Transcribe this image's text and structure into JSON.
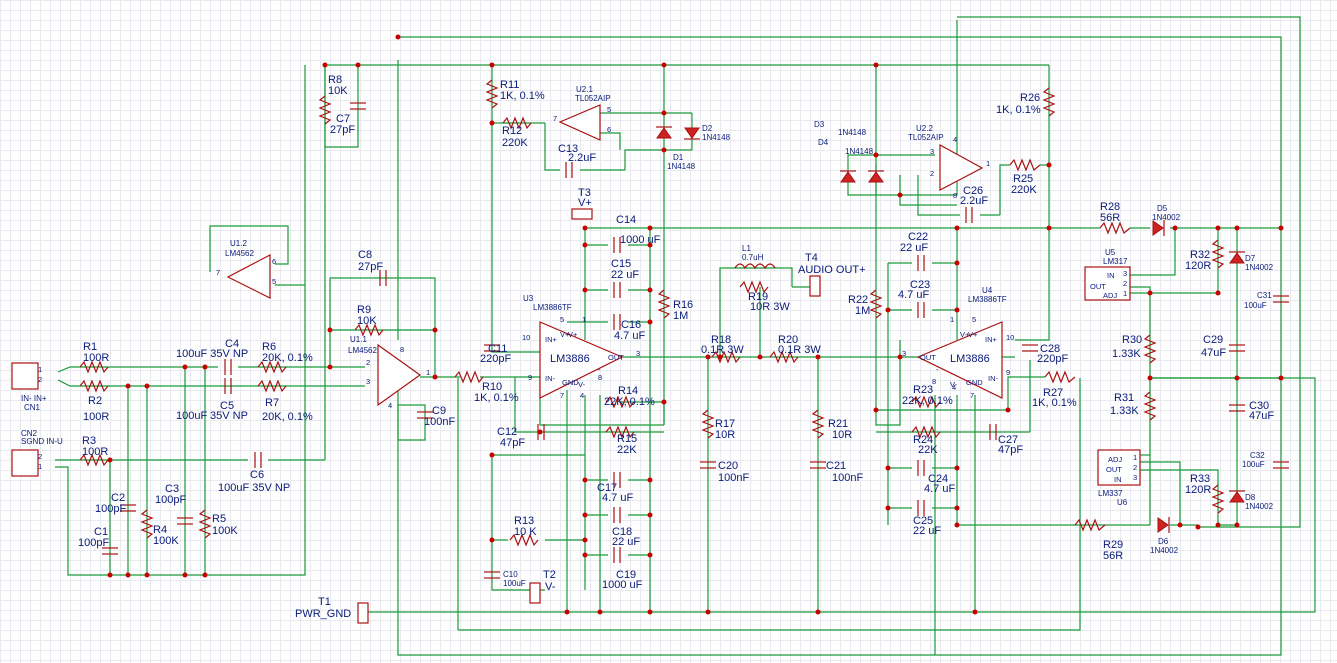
{
  "diagram": {
    "labels": [
      {
        "name": "r1-label",
        "text": "R1"
      },
      {
        "name": "r1-value",
        "text": "100R"
      },
      {
        "name": "r2-label",
        "text": "R2"
      },
      {
        "name": "r2-value",
        "text": "100R"
      },
      {
        "name": "r3-label",
        "text": "R3"
      },
      {
        "name": "r3-value",
        "text": "100R"
      },
      {
        "name": "c1-label",
        "text": "C1"
      },
      {
        "name": "c1-value",
        "text": "100pF"
      },
      {
        "name": "c2-label",
        "text": "C2"
      },
      {
        "name": "c2-value",
        "text": "100pF"
      },
      {
        "name": "c3-label",
        "text": "C3"
      },
      {
        "name": "c3-value",
        "text": "100pF"
      },
      {
        "name": "r4-label",
        "text": "R4"
      },
      {
        "name": "r4-value",
        "text": "100K"
      },
      {
        "name": "r5-label",
        "text": "R5"
      },
      {
        "name": "r5-value",
        "text": "100K"
      },
      {
        "name": "c4-value",
        "text": "100uF 35V NP"
      },
      {
        "name": "c4-label",
        "text": "C4"
      },
      {
        "name": "c5-value",
        "text": "100uF"
      },
      {
        "name": "c5-label",
        "text": "C5"
      },
      {
        "name": "c5-rating",
        "text": "35V NP"
      },
      {
        "name": "c6-label",
        "text": "C6"
      },
      {
        "name": "c6-value",
        "text": "100uF 35V NP"
      },
      {
        "name": "r6-label",
        "text": "R6"
      },
      {
        "name": "r6-value",
        "text": "20K, 0.1%"
      },
      {
        "name": "r7-label",
        "text": "R7"
      },
      {
        "name": "r7-value",
        "text": "20K, 0.1%"
      },
      {
        "name": "r8-label",
        "text": "R8"
      },
      {
        "name": "r8-value",
        "text": "10K"
      },
      {
        "name": "c7-label",
        "text": "C7"
      },
      {
        "name": "c7-value",
        "text": "27pF"
      },
      {
        "name": "c8-label",
        "text": "C8"
      },
      {
        "name": "c8-value",
        "text": "27pF"
      },
      {
        "name": "r9-label",
        "text": "R9"
      },
      {
        "name": "r9-value",
        "text": "10K"
      },
      {
        "name": "u11-label",
        "text": "U1.1"
      },
      {
        "name": "u11-part",
        "text": "LM4562"
      },
      {
        "name": "u12-label",
        "text": "U1.2"
      },
      {
        "name": "u12-part",
        "text": "LM4562"
      },
      {
        "name": "c9-label",
        "text": "C9"
      },
      {
        "name": "c9-value",
        "text": "100nF"
      },
      {
        "name": "r10-label",
        "text": "R10"
      },
      {
        "name": "r10-value",
        "text": "1K, 0.1%"
      },
      {
        "name": "r11-label",
        "text": "R11"
      },
      {
        "name": "r11-value",
        "text": "1K, 0.1%"
      },
      {
        "name": "r12-label",
        "text": "R12"
      },
      {
        "name": "r12-value",
        "text": "220K"
      },
      {
        "name": "u21-label",
        "text": "U2.1"
      },
      {
        "name": "u21-part",
        "text": "TL052AIP"
      },
      {
        "name": "c13-label",
        "text": "C13"
      },
      {
        "name": "c13-value",
        "text": "2.2uF"
      },
      {
        "name": "d1-label",
        "text": "D1"
      },
      {
        "name": "d1-part",
        "text": "1N4148"
      },
      {
        "name": "d2-label",
        "text": "D2"
      },
      {
        "name": "d2-part",
        "text": "1N4148"
      },
      {
        "name": "t3-label",
        "text": "T3"
      },
      {
        "name": "t3-net",
        "text": "V+"
      },
      {
        "name": "c14-label",
        "text": "C14"
      },
      {
        "name": "c14-value",
        "text": "1000 uF"
      },
      {
        "name": "c15-label",
        "text": "C15"
      },
      {
        "name": "c15-value",
        "text": "22 uF"
      },
      {
        "name": "c16-label",
        "text": "C16"
      },
      {
        "name": "c16-value",
        "text": "4.7 uF"
      },
      {
        "name": "r16-label",
        "text": "R16"
      },
      {
        "name": "r16-value",
        "text": "1M"
      },
      {
        "name": "c11-label",
        "text": "C11"
      },
      {
        "name": "c11-value",
        "text": "220pF"
      },
      {
        "name": "u3-label",
        "text": "U3"
      },
      {
        "name": "u3-part",
        "text": "LM3886TF"
      },
      {
        "name": "u3-name",
        "text": "LM3886"
      },
      {
        "name": "r14-label",
        "text": "R14"
      },
      {
        "name": "r14-value",
        "text": "22K, 0.1%"
      },
      {
        "name": "r15-label",
        "text": "R15"
      },
      {
        "name": "r15-value",
        "text": "22K"
      },
      {
        "name": "c12-label",
        "text": "C12"
      },
      {
        "name": "c12-value",
        "text": "47pF"
      },
      {
        "name": "c17-label",
        "text": "C17"
      },
      {
        "name": "c17-value",
        "text": "4.7 uF"
      },
      {
        "name": "c18-label",
        "text": "C18"
      },
      {
        "name": "c18-value",
        "text": "22 uF"
      },
      {
        "name": "c19-label",
        "text": "C19"
      },
      {
        "name": "c19-value",
        "text": "1000 uF"
      },
      {
        "name": "r13-label",
        "text": "R13"
      },
      {
        "name": "r13-value",
        "text": "10 K"
      },
      {
        "name": "c10-label",
        "text": "C10"
      },
      {
        "name": "c10-value",
        "text": "100uF"
      },
      {
        "name": "t2-label",
        "text": "T2"
      },
      {
        "name": "t2-net",
        "text": "V-"
      },
      {
        "name": "t1-label",
        "text": "T1"
      },
      {
        "name": "t1-net",
        "text": "PWR_GND"
      },
      {
        "name": "l1-label",
        "text": "L1"
      },
      {
        "name": "l1-value",
        "text": "0.7uH"
      },
      {
        "name": "t4-label",
        "text": "T4"
      },
      {
        "name": "t4-net",
        "text": "AUDIO OUT+"
      },
      {
        "name": "r19-label",
        "text": "R19"
      },
      {
        "name": "r19-value",
        "text": "10R 3W"
      },
      {
        "name": "r18-label",
        "text": "R18"
      },
      {
        "name": "r18-value",
        "text": "0.1R 3W"
      },
      {
        "name": "r20-label",
        "text": "R20"
      },
      {
        "name": "r20-value",
        "text": "0.1R 3W"
      },
      {
        "name": "r17-label",
        "text": "R17"
      },
      {
        "name": "r17-value",
        "text": "10R"
      },
      {
        "name": "c20-label",
        "text": "C20"
      },
      {
        "name": "c20-value",
        "text": "100nF"
      },
      {
        "name": "r21-label",
        "text": "R21"
      },
      {
        "name": "r21-value",
        "text": "10R"
      },
      {
        "name": "c21-label",
        "text": "C21"
      },
      {
        "name": "c21-value",
        "text": "100nF"
      },
      {
        "name": "r22-label",
        "text": "R22"
      },
      {
        "name": "r22-value",
        "text": "1M"
      },
      {
        "name": "c22-label",
        "text": "C22"
      },
      {
        "name": "c22-value",
        "text": "22 uF"
      },
      {
        "name": "c23-label",
        "text": "C23"
      },
      {
        "name": "c23-value",
        "text": "4.7 uF"
      },
      {
        "name": "u4-label",
        "text": "U4"
      },
      {
        "name": "u4-part",
        "text": "LM3886TF"
      },
      {
        "name": "u4-name",
        "text": "LM3886"
      },
      {
        "name": "c28-label",
        "text": "C28"
      },
      {
        "name": "c28-value",
        "text": "220pF"
      },
      {
        "name": "r23-label",
        "text": "R23"
      },
      {
        "name": "r23-value",
        "text": "22K, 0.1%"
      },
      {
        "name": "r24-label",
        "text": "R24"
      },
      {
        "name": "r24-value",
        "text": "22K"
      },
      {
        "name": "c27-label",
        "text": "C27"
      },
      {
        "name": "c27-value",
        "text": "47pF"
      },
      {
        "name": "r27-label",
        "text": "R27"
      },
      {
        "name": "r27-value",
        "text": "1K, 0.1%"
      },
      {
        "name": "c24-label",
        "text": "C24"
      },
      {
        "name": "c24-value",
        "text": "4.7 uF"
      },
      {
        "name": "c25-label",
        "text": "C25"
      },
      {
        "name": "c25-value",
        "text": "22 uF"
      },
      {
        "name": "d3-label",
        "text": "D3"
      },
      {
        "name": "d3-part",
        "text": "1N4148"
      },
      {
        "name": "d4-label",
        "text": "D4"
      },
      {
        "name": "d4-part",
        "text": "1N4148"
      },
      {
        "name": "u22-label",
        "text": "U2.2"
      },
      {
        "name": "u22-part",
        "text": "TL052AIP"
      },
      {
        "name": "c26-label",
        "text": "C26"
      },
      {
        "name": "c26-value",
        "text": "2.2uF"
      },
      {
        "name": "r25-label",
        "text": "R25"
      },
      {
        "name": "r25-value",
        "text": "220K"
      },
      {
        "name": "r26-label",
        "text": "R26"
      },
      {
        "name": "r26-value",
        "text": "1K, 0.1%"
      },
      {
        "name": "r28-label",
        "text": "R28"
      },
      {
        "name": "r28-value",
        "text": "56R"
      },
      {
        "name": "d5-label",
        "text": "D5"
      },
      {
        "name": "d5-part",
        "text": "1N4002"
      },
      {
        "name": "u5-label",
        "text": "U5"
      },
      {
        "name": "u5-part",
        "text": "LM317"
      },
      {
        "name": "r32-label",
        "text": "R32"
      },
      {
        "name": "r32-value",
        "text": "120R"
      },
      {
        "name": "d7-label",
        "text": "D7"
      },
      {
        "name": "d7-part",
        "text": "1N4002"
      },
      {
        "name": "c31-label",
        "text": "C31"
      },
      {
        "name": "c31-value",
        "text": "100uF"
      },
      {
        "name": "r30-label",
        "text": "R30"
      },
      {
        "name": "r30-value",
        "text": "1.33K"
      },
      {
        "name": "c29-label",
        "text": "C29"
      },
      {
        "name": "c29-value",
        "text": "47uF"
      },
      {
        "name": "r31-label",
        "text": "R31"
      },
      {
        "name": "r31-value",
        "text": "1.33K"
      },
      {
        "name": "c30-label",
        "text": "C30"
      },
      {
        "name": "c30-value",
        "text": "47uF"
      },
      {
        "name": "c32-label",
        "text": "C32"
      },
      {
        "name": "c32-value",
        "text": "100uF"
      },
      {
        "name": "u6-label",
        "text": "U6"
      },
      {
        "name": "u6-part",
        "text": "LM337"
      },
      {
        "name": "r33-label",
        "text": "R33"
      },
      {
        "name": "r33-value",
        "text": "120R"
      },
      {
        "name": "d8-label",
        "text": "D8"
      },
      {
        "name": "d8-part",
        "text": "1N4002"
      },
      {
        "name": "r29-label",
        "text": "R29"
      },
      {
        "name": "r29-value",
        "text": "56R"
      },
      {
        "name": "d6-label",
        "text": "D6"
      },
      {
        "name": "d6-part",
        "text": "1N4002"
      },
      {
        "name": "cn1-pins",
        "text": "IN- IN+"
      },
      {
        "name": "cn1-label",
        "text": "CN1"
      },
      {
        "name": "cn2-label",
        "text": "CN2"
      },
      {
        "name": "cn2-pins",
        "text": "SGND IN-U"
      }
    ],
    "pins": [
      {
        "name": "u11-pin-2",
        "text": "2"
      },
      {
        "name": "u11-pin-3",
        "text": "3"
      },
      {
        "name": "u11-pin-1",
        "text": "1"
      },
      {
        "name": "u11-pin-8",
        "text": "8"
      },
      {
        "name": "u11-pin-4",
        "text": "4"
      },
      {
        "name": "u12-pin-7",
        "text": "7"
      },
      {
        "name": "u12-pin-6",
        "text": "6"
      },
      {
        "name": "u12-pin-5",
        "text": "5"
      },
      {
        "name": "u21-pin-7",
        "text": "7"
      },
      {
        "name": "u21-pin-5",
        "text": "5"
      },
      {
        "name": "u21-pin-6",
        "text": "6"
      },
      {
        "name": "u22-pin-3",
        "text": "3"
      },
      {
        "name": "u22-pin-2",
        "text": "2"
      },
      {
        "name": "u22-pin-1",
        "text": "1"
      },
      {
        "name": "u22-pin-4",
        "text": "4"
      },
      {
        "name": "u22-pin-8",
        "text": "8"
      },
      {
        "name": "u3-pin-10",
        "text": "10"
      },
      {
        "name": "u3-pin-9",
        "text": "9"
      },
      {
        "name": "u3-pin-3",
        "text": "3"
      },
      {
        "name": "u3-pin-5",
        "text": "5"
      },
      {
        "name": "u3-pin-1",
        "text": "1"
      },
      {
        "name": "u3-pin-7",
        "text": "7"
      },
      {
        "name": "u3-pin-4",
        "text": "4"
      },
      {
        "name": "u3-pin-8",
        "text": "8"
      },
      {
        "name": "u4-pin-3",
        "text": "3"
      },
      {
        "name": "u4-pin-10",
        "text": "10"
      },
      {
        "name": "u4-pin-9",
        "text": "9"
      },
      {
        "name": "u4-pin-5",
        "text": "5"
      },
      {
        "name": "u4-pin-1",
        "text": "1"
      },
      {
        "name": "u4-pin-4",
        "text": "4"
      },
      {
        "name": "u4-pin-7",
        "text": "7"
      },
      {
        "name": "u4-pin-8",
        "text": "8"
      },
      {
        "name": "u5-in",
        "text": "IN"
      },
      {
        "name": "u5-out",
        "text": "OUT"
      },
      {
        "name": "u5-adj",
        "text": "ADJ"
      },
      {
        "name": "u5-pin-3",
        "text": "3"
      },
      {
        "name": "u5-pin-2",
        "text": "2"
      },
      {
        "name": "u5-pin-1",
        "text": "1"
      },
      {
        "name": "u6-adj",
        "text": "ADJ"
      },
      {
        "name": "u6-out",
        "text": "OUT"
      },
      {
        "name": "u6-in",
        "text": "IN"
      },
      {
        "name": "u6-pin-1",
        "text": "1"
      },
      {
        "name": "u6-pin-2",
        "text": "2"
      },
      {
        "name": "u6-pin-3",
        "text": "3"
      },
      {
        "name": "u3-in-plus",
        "text": "IN+"
      },
      {
        "name": "u3-in-minus",
        "text": "IN-"
      },
      {
        "name": "u3-out",
        "text": "OUT"
      },
      {
        "name": "u3-gnd",
        "text": "GND"
      },
      {
        "name": "u3-vplus",
        "text": "V+"
      },
      {
        "name": "u3-vminus",
        "text": "V-"
      },
      {
        "name": "u3-vplus2",
        "text": "V+"
      },
      {
        "name": "u3-mute",
        "text": "-"
      },
      {
        "name": "u4-in-plus",
        "text": "IN+"
      },
      {
        "name": "u4-in-minus",
        "text": "IN-"
      },
      {
        "name": "u4-out",
        "text": "OUT"
      },
      {
        "name": "u4-gnd",
        "text": "GND"
      },
      {
        "name": "u4-vplus",
        "text": "V+"
      },
      {
        "name": "u4-vminus",
        "text": "V-"
      },
      {
        "name": "u4-vplus2",
        "text": "V+"
      },
      {
        "name": "u4-mute",
        "text": "-"
      },
      {
        "name": "cn1-pin-1",
        "text": "1"
      },
      {
        "name": "cn1-pin-2",
        "text": "2"
      },
      {
        "name": "cn2-pin-2",
        "text": "2"
      },
      {
        "name": "cn2-pin-1",
        "text": "1"
      }
    ]
  }
}
